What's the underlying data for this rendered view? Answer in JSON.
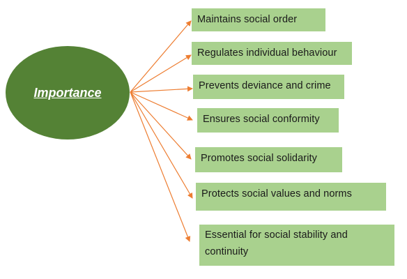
{
  "center": {
    "label": "Importance"
  },
  "items": [
    "Maintains social order",
    "Regulates individual behaviour",
    "Prevents deviance and crime",
    "Ensures social conformity",
    "Promotes social solidarity",
    "Protects social values and norms",
    "Essential for social stability and continuity"
  ],
  "colors": {
    "center_fill": "#548235",
    "box_fill": "#a9d18e",
    "arrow": "#ed7d31"
  }
}
